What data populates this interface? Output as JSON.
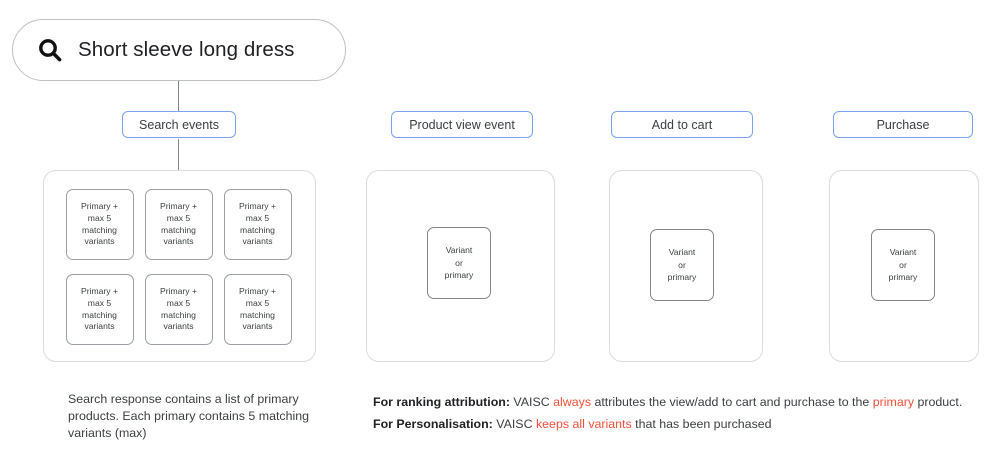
{
  "search": {
    "icon": "search-icon",
    "query": "Short sleeve long dress"
  },
  "stages": [
    {
      "label": "Search events"
    },
    {
      "label": "Product view event"
    },
    {
      "label": "Add to cart"
    },
    {
      "label": "Purchase"
    }
  ],
  "search_results": {
    "box_text": "Primary +\nmax 5\nmatching\nvariants",
    "count": 6
  },
  "variant_box": {
    "text": "Variant\nor\nprimary"
  },
  "captions": {
    "left": "Search response contains a list of primary products. Each primary contains 5 matching variants (max)"
  },
  "notes": [
    {
      "parts": [
        {
          "text": "For ranking attribution:",
          "style": "bold"
        },
        {
          "text": " VAISC ",
          "style": "normal"
        },
        {
          "text": "always",
          "style": "highlight"
        },
        {
          "text": " attributes the view/add to cart and purchase to the ",
          "style": "normal"
        },
        {
          "text": "primary",
          "style": "highlight"
        },
        {
          "text": " product.",
          "style": "normal"
        }
      ]
    },
    {
      "parts": [
        {
          "text": "For Personalisation:",
          "style": "bold"
        },
        {
          "text": " VAISC ",
          "style": "normal"
        },
        {
          "text": "keeps all variants",
          "style": "highlight"
        },
        {
          "text": " that has been purchased",
          "style": "normal"
        }
      ]
    }
  ],
  "colors": {
    "accent_blue": "#7ba3ef",
    "highlight_red": "#f4513a",
    "card_border": "#dadce0",
    "box_border": "#9aa0a6",
    "text": "#3c4043"
  }
}
